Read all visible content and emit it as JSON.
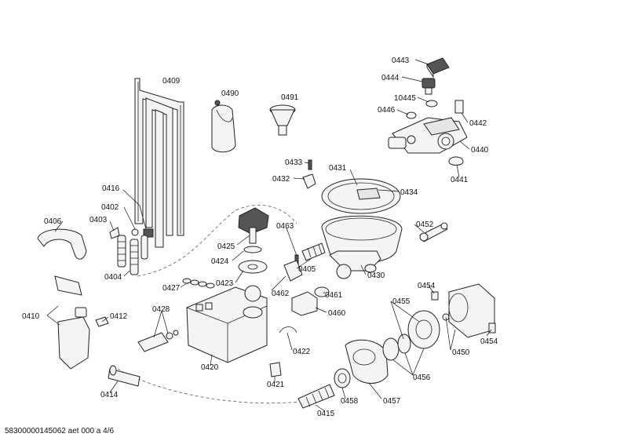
{
  "labels": {
    "p0409": "0409",
    "p0490": "0490",
    "p0491": "0491",
    "p0443": "0443",
    "p0444": "0444",
    "p10445": "10445",
    "p0446": "0446",
    "p0442": "0442",
    "p0440": "0440",
    "p0441": "0441",
    "p0433": "0433",
    "p0431": "0431",
    "p0432": "0432",
    "p0434": "0434",
    "p0416": "0416",
    "p0402": "0402",
    "p0403": "0403",
    "p0406": "0406",
    "p0404": "0404",
    "p0463": "0463",
    "p0452": "0452",
    "p0425": "0425",
    "p0424": "0424",
    "p0405": "0405",
    "p0430": "0430",
    "p0423": "0423",
    "p0462": "0462",
    "p0461": "0461",
    "p0454a": "0454",
    "p0427": "0427",
    "p0455": "0455",
    "p0410": "0410",
    "p0412": "0412",
    "p0428": "0428",
    "p0460": "0460",
    "p0454b": "0454",
    "p0450": "0450",
    "p0422": "0422",
    "p0420": "0420",
    "p0456": "0456",
    "p0421": "0421",
    "p0414": "0414",
    "p0458": "0458",
    "p0457": "0457",
    "p0415": "0415"
  },
  "footer": "583000001450\u00006 2 aet 000 a 4/6"
}
